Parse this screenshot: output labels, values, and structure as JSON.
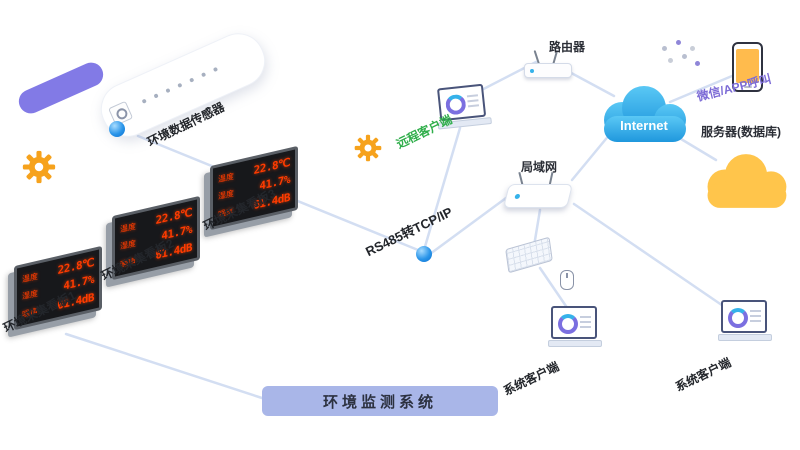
{
  "banner": {
    "label": "环境监测系统"
  },
  "sensor": {
    "label": "环境数据传感器"
  },
  "hub": {
    "label": "RS485转TCP/IP"
  },
  "boards": [
    {
      "label": "环境采集看板1",
      "rows": [
        [
          "温度",
          "22.8℃"
        ],
        [
          "湿度",
          "41.7%"
        ],
        [
          "噪声",
          "61.4dB"
        ]
      ]
    },
    {
      "label": "环境采集看板2",
      "rows": [
        [
          "温度",
          "22.8℃"
        ],
        [
          "湿度",
          "41.7%"
        ],
        [
          "噪声",
          "61.4dB"
        ]
      ]
    },
    {
      "label": "环境采集看板3",
      "rows": [
        [
          "温度",
          "22.8℃"
        ],
        [
          "湿度",
          "41.7%"
        ],
        [
          "噪声",
          "61.4dB"
        ]
      ]
    }
  ],
  "network": {
    "remote_client": "远程客户端",
    "router": "路由器",
    "internet": "Internet",
    "wechat": "微信/APP呼叫",
    "server": "服务器(数据库)",
    "lan": "局域网",
    "system_client_left": "系统客户端",
    "system_client_right": "系统客户端"
  },
  "colors": {
    "led_red": "#ff3b00",
    "accent_green": "#2fae4a",
    "accent_purple": "#7c6bd6",
    "line": "#d3def2",
    "banner_bg": "#a9b6e8",
    "cloud_blue": "#2fa9e6",
    "cloud_orange": "#ffc54b",
    "gear_orange": "#f6a21c"
  }
}
